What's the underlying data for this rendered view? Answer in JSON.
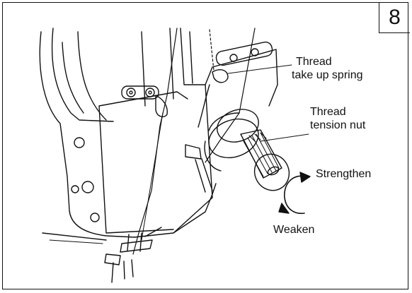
{
  "figure": {
    "number": "8",
    "labels": {
      "spring_line1": "Thread",
      "spring_line2": "take up spring",
      "nut_line1": "Thread",
      "nut_line2": "tension nut",
      "strengthen": "Strengthen",
      "weaken": "Weaken"
    }
  }
}
